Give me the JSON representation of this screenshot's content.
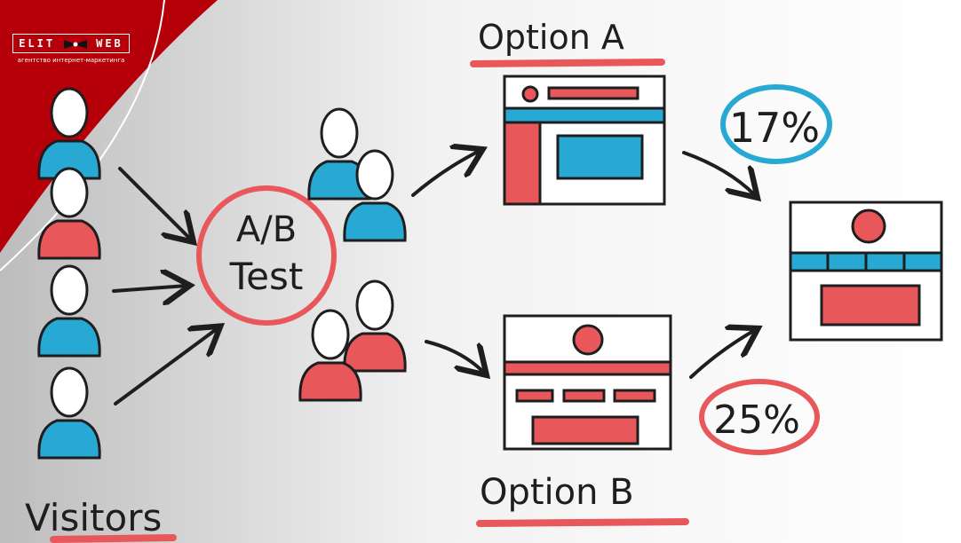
{
  "logo": {
    "left": "ELIT",
    "right": "WEB",
    "tagline": "агентство интернет-маркетинга"
  },
  "labels": {
    "visitors": "Visitors",
    "ab_line1": "A/B",
    "ab_line2": "Test",
    "option_a": "Option A",
    "option_b": "Option B"
  },
  "results": {
    "option_a_rate": "17%",
    "option_b_rate": "25%"
  },
  "colors": {
    "red": "#e8575a",
    "cyan": "#27a9d4",
    "brand": "#b50009",
    "ink": "#1e1e1e"
  }
}
